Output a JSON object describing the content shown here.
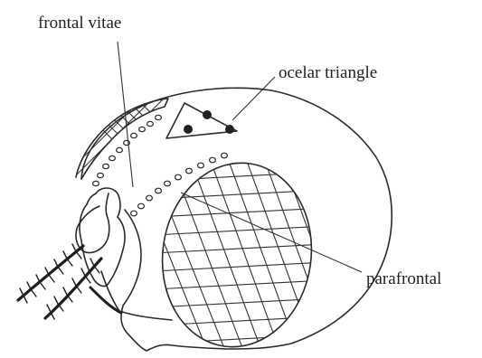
{
  "diagram": {
    "labels": {
      "frontal_vitae": "frontal vitae",
      "ocelar_triangle": "ocelar triangle",
      "parafrontal": "parafrontal"
    }
  }
}
